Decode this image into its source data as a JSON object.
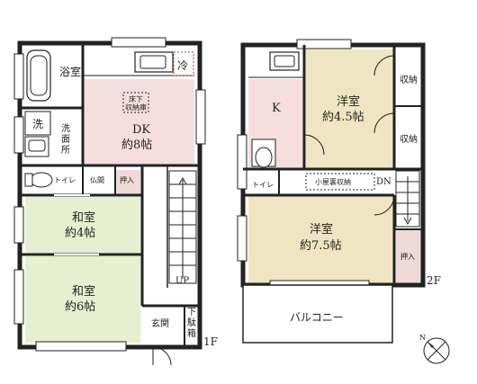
{
  "floor1": {
    "label": "1F",
    "rooms": {
      "bath": "浴室",
      "wash_mark": "洗",
      "washroom": "洗面所",
      "dk_name": "DK",
      "dk_size": "約8帖",
      "fridge": "冷",
      "underfloor": "床下収納庫",
      "toilet": "トイレ",
      "butsuma": "仏間",
      "oshiire": "押入",
      "washitsu4_name": "和室",
      "washitsu4_size": "約4帖",
      "washitsu6_name": "和室",
      "washitsu6_size": "約6帖",
      "up": "UP",
      "genkan": "玄関",
      "getabako": "下駄箱"
    }
  },
  "floor2": {
    "label": "2F",
    "rooms": {
      "kitchen": "K",
      "youshitsu45_name": "洋室",
      "youshitsu45_size": "約4.5帖",
      "storage1": "収納",
      "storage2": "収納",
      "toilet": "トイレ",
      "attic": "小屋裏収納",
      "dn": "DN",
      "youshitsu75_name": "洋室",
      "youshitsu75_size": "約7.5帖",
      "oshiire": "押入",
      "balcony": "バルコニー"
    }
  },
  "compass": {
    "north": "N"
  },
  "colors": {
    "wall": "#222222",
    "dk_floor": "#f6dede",
    "washitsu_floor": "#e6efcf",
    "youshitsu_floor": "#efe5c2",
    "oshiire_floor": "#efd9d9",
    "kitchen2_floor": "#f6dede"
  }
}
